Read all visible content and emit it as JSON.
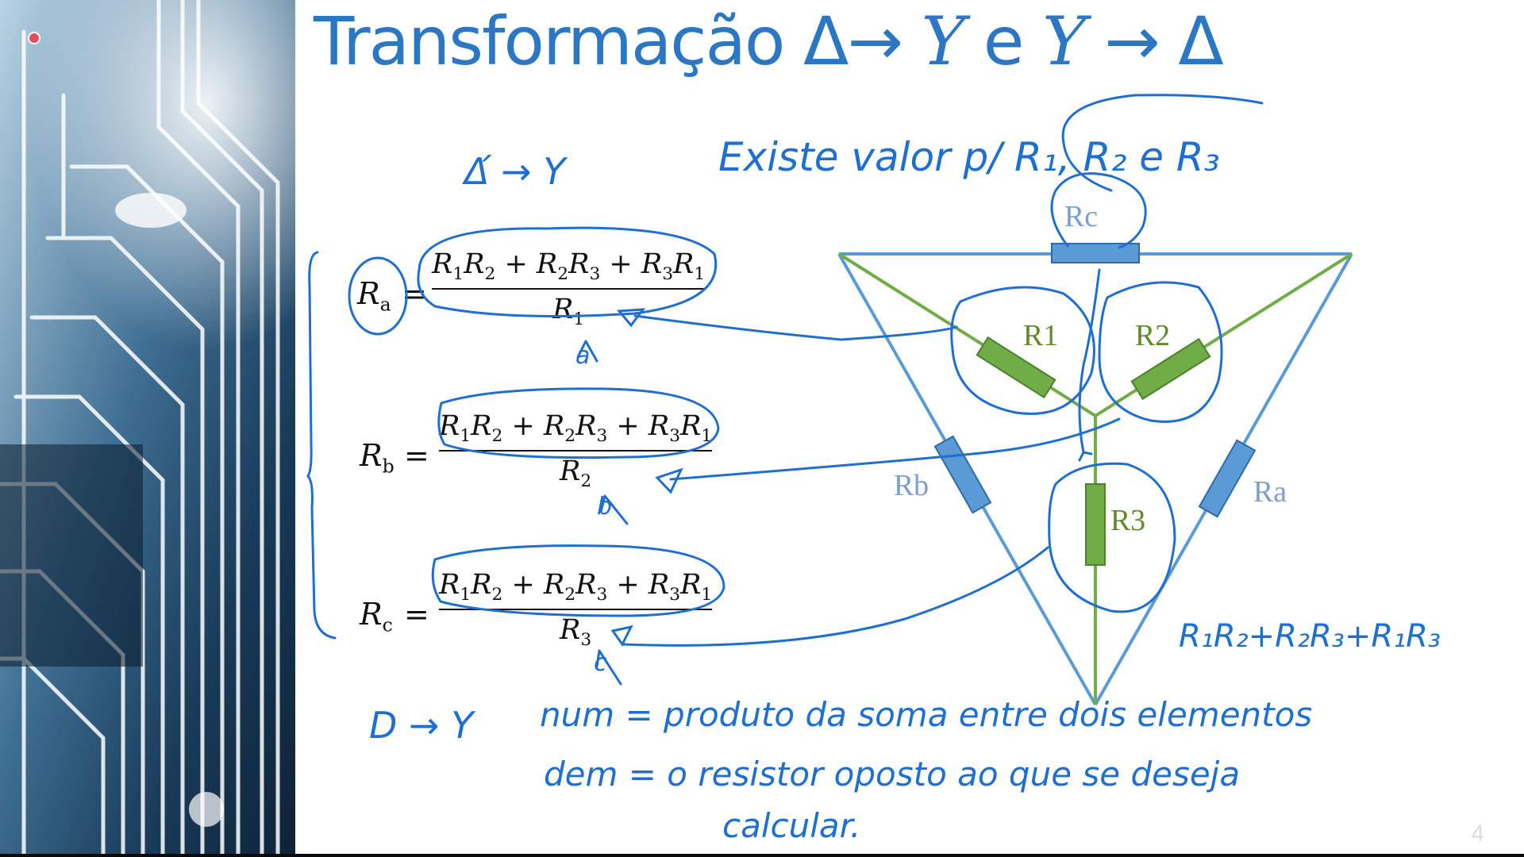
{
  "slide": {
    "title_prefix": "Transformação Δ→ ",
    "title_y1": "Y",
    "title_mid": " e ",
    "title_y2": "Y",
    "title_suffix": " → Δ",
    "page_number": "4"
  },
  "formulas": {
    "ra": {
      "lhs": "R",
      "lhs_sub": "a",
      "den": "R",
      "den_sub": "1"
    },
    "rb": {
      "lhs": "R",
      "lhs_sub": "b",
      "den": "R",
      "den_sub": "2"
    },
    "rc": {
      "lhs": "R",
      "lhs_sub": "c",
      "den": "R",
      "den_sub": "3"
    },
    "numerator": {
      "r": "R",
      "s1": "1",
      "s2": "2",
      "s3": "3",
      "plus": " + "
    },
    "equals": "="
  },
  "diagram": {
    "labels": {
      "rc": "Rc",
      "rb": "Rb",
      "ra": "Ra",
      "r1": "R1",
      "r2": "R2",
      "r3": "R3"
    },
    "colors": {
      "delta": "#5b9bd5",
      "star": "#70ad47",
      "ink": "#1f6fd0"
    }
  },
  "handwriting": {
    "delta_to_y_top": "Δ́ → Y",
    "existe": "Existe valor p/ R₁, R₂ e R₃",
    "mark_a": "a",
    "mark_b": "b",
    "mark_c": "c",
    "sum_note": "R₁R₂+R₂R₃+R₁R₃",
    "delta_y_bottom": "D → Y",
    "num_note": "num = produto da soma entre dois elementos",
    "den_note": "dem = o resistor oposto ao que se deseja",
    "calc_note": "calcular."
  },
  "decor": {
    "colors": {
      "bg_dark": "#0f2b44",
      "bg_light": "#cfe3ef",
      "line": "#ffffff"
    }
  }
}
